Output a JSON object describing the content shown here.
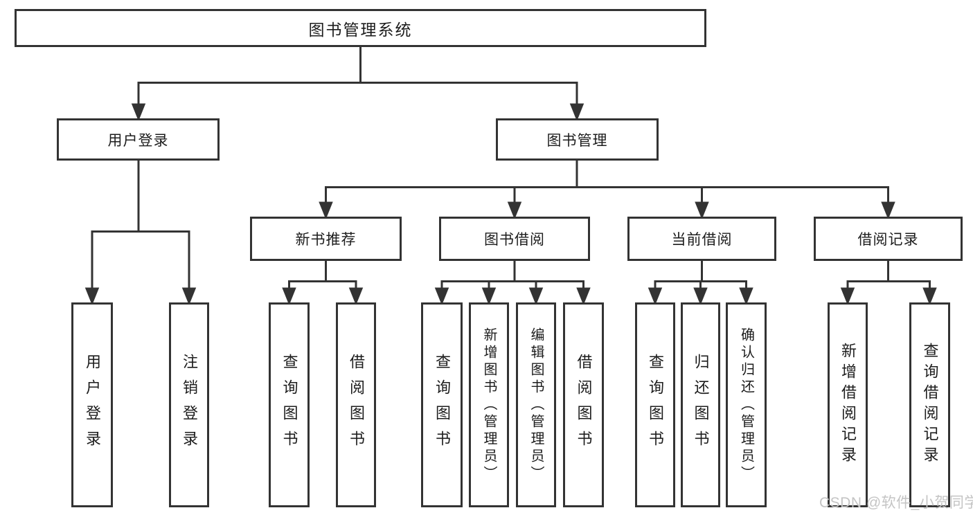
{
  "diagram_title": "图书管理系统",
  "colors": {
    "line": "#333333",
    "text": "#1c1c1c",
    "box_background": "#ffffff",
    "watermark": "#c4c4c4"
  },
  "watermark": {
    "text": "CSDN @软件_小贺同学"
  },
  "tree": {
    "label": "图书管理系统",
    "children": [
      {
        "label": "用户登录",
        "children": [
          {
            "label": "用户登录"
          },
          {
            "label": "注销登录"
          }
        ]
      },
      {
        "label": "图书管理",
        "children": [
          {
            "label": "新书推荐",
            "children": [
              {
                "label": "查询图书"
              },
              {
                "label": "借阅图书"
              }
            ]
          },
          {
            "label": "图书借阅",
            "children": [
              {
                "label": "查询图书"
              },
              {
                "label": "新增图书（管理员）"
              },
              {
                "label": "编辑图书（管理员）"
              },
              {
                "label": "借阅图书"
              }
            ]
          },
          {
            "label": "当前借阅",
            "children": [
              {
                "label": "查询图书"
              },
              {
                "label": "归还图书"
              },
              {
                "label": "确认归还（管理员）"
              }
            ]
          },
          {
            "label": "借阅记录",
            "children": [
              {
                "label": "新增借阅记录"
              },
              {
                "label": "查询借阅记录"
              }
            ]
          }
        ]
      }
    ]
  }
}
